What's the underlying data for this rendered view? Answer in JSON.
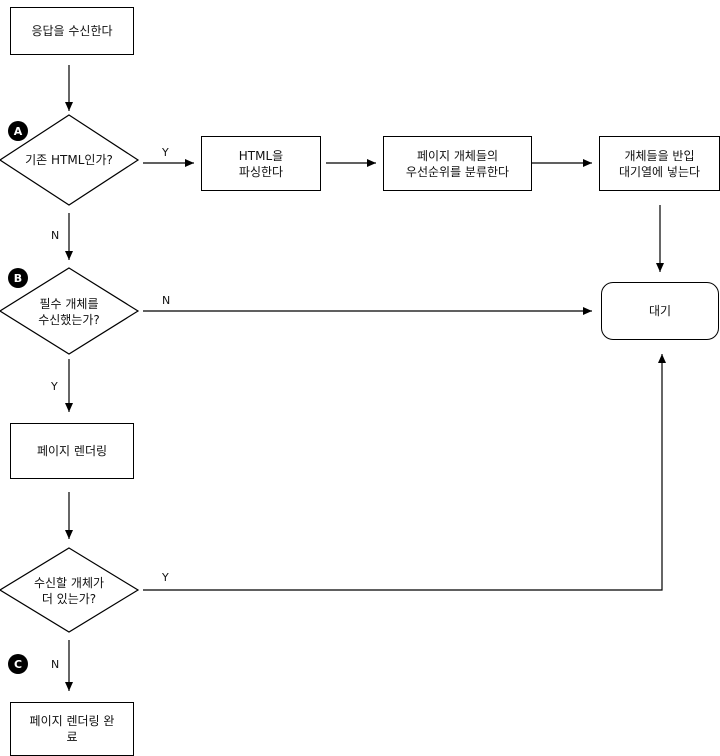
{
  "nodes": {
    "receive": "응답을 수신한다",
    "is_html": "기존 HTML인가?",
    "parse_html": [
      "HTML을",
      "파싱한다"
    ],
    "classify": [
      "페이지 개체들의",
      "우선순위를 분류한다"
    ],
    "queue": [
      "개체들을 반입",
      "대기열에 넣는다"
    ],
    "required_received": [
      "필수 개체를",
      "수신했는가?"
    ],
    "wait": "대기",
    "render": "페이지 렌더링",
    "more_objects": [
      "수신할 개체가",
      "더 있는가?"
    ],
    "done": [
      "페이지 렌더링 완",
      "료"
    ]
  },
  "edge_labels": {
    "html_yes": "Y",
    "html_no": "N",
    "required_no": "N",
    "required_yes": "Y",
    "more_yes": "Y",
    "more_no": "N"
  },
  "badges": {
    "a": "A",
    "b": "B",
    "c": "C"
  }
}
